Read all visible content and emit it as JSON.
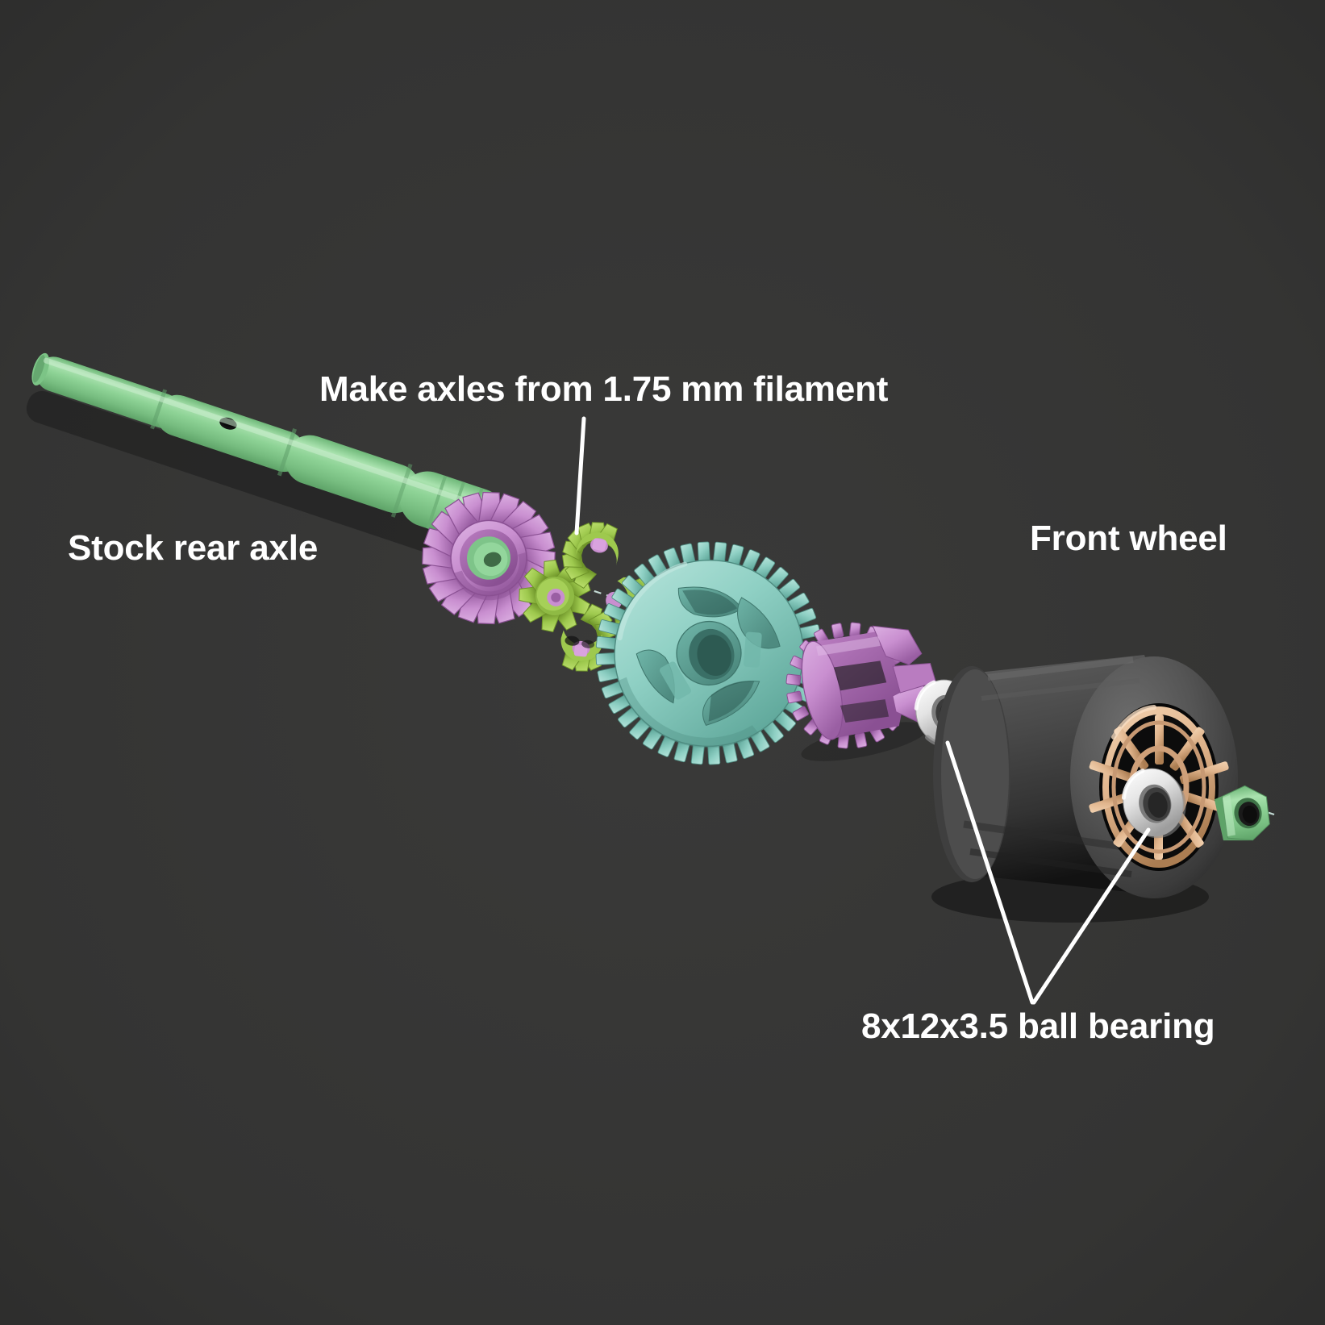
{
  "scene": {
    "title": "Exploded drivetrain assembly",
    "background_color": "#333232",
    "annotation_color": "#ffffff",
    "leader_line_color": "#ffffff",
    "axis_line_color": "#cfe8e2"
  },
  "annotations": [
    {
      "id": "stock-rear-axle",
      "text": "Stock rear axle",
      "has_leader_line": false
    },
    {
      "id": "make-axles",
      "text": "Make axles from 1.75 mm filament",
      "has_leader_line": true
    },
    {
      "id": "front-wheel",
      "text": "Front wheel",
      "has_leader_line": false
    },
    {
      "id": "ball-bearing",
      "text": "8x12x3.5 ball bearing",
      "has_leader_line": true
    }
  ],
  "parts": [
    {
      "id": "rear-axle-shaft",
      "name": "Stock rear axle shaft",
      "color": "#8ed396",
      "shade_dark": "#5ea368",
      "shade_light": "#b3e6b8"
    },
    {
      "id": "large-bevel-gear",
      "name": "Large bevel crown gear",
      "color": "#c98fd0",
      "shade_dark": "#9a5fa3",
      "shade_light": "#dcb0e2"
    },
    {
      "id": "spider-bevel-pinion-top",
      "name": "Spider bevel pinion (top)",
      "color": "#9ec94e",
      "shade_dark": "#78a031",
      "shade_light": "#bde06f"
    },
    {
      "id": "spider-bevel-pinion-left",
      "name": "Spider bevel pinion (left)",
      "color": "#9ec94e",
      "shade_dark": "#78a031",
      "shade_light": "#bde06f"
    },
    {
      "id": "spider-bevel-pinion-bottom",
      "name": "Spider bevel pinion (bottom)",
      "color": "#9ec94e",
      "shade_dark": "#78a031",
      "shade_light": "#bde06f"
    },
    {
      "id": "spider-bevel-pinion-right",
      "name": "Spider bevel pinion (right)",
      "color": "#9ec94e",
      "shade_dark": "#78a031",
      "shade_light": "#bde06f"
    },
    {
      "id": "spur-gear",
      "name": "Teal spur gear",
      "color": "#8fd0c4",
      "shade_dark": "#5fa79a",
      "shade_light": "#b3e2d9",
      "tooth_count": 40
    },
    {
      "id": "differential-housing",
      "name": "Differential housing",
      "color": "#c98fd0",
      "shade_dark": "#9a5fa3",
      "shade_light": "#dcb0e2"
    },
    {
      "id": "ball-bearing-inner",
      "name": "Inner ball bearing",
      "color": "#e8e8e8",
      "shade_dark": "#a8a8a8",
      "shade_light": "#ffffff"
    },
    {
      "id": "tire",
      "name": "Front tire",
      "color": "#4a4a4a",
      "shade_dark": "#1a1a1a",
      "shade_light": "#6a6a6a"
    },
    {
      "id": "wheel-rim",
      "name": "Wheel rim",
      "color": "#e0b48c",
      "shade_dark": "#b08458",
      "shade_light": "#f0cfae",
      "spoke_count": 10
    },
    {
      "id": "ball-bearing-outer",
      "name": "Outer ball bearing",
      "color": "#e8e8e8",
      "shade_dark": "#a8a8a8",
      "shade_light": "#ffffff"
    },
    {
      "id": "hex-nut",
      "name": "Hex lock nut",
      "color": "#8ed396",
      "shade_dark": "#5ea368",
      "shade_light": "#b3e6b8"
    }
  ]
}
